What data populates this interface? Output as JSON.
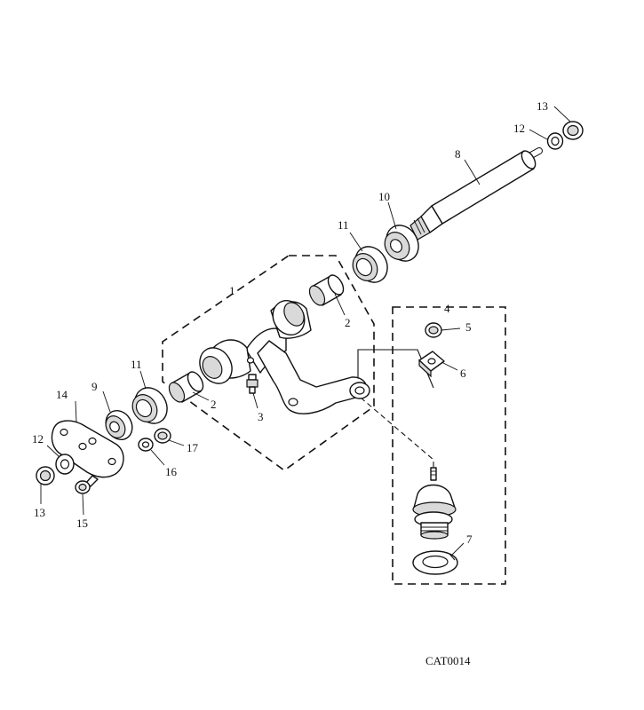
{
  "diagram": {
    "callouts": {
      "c1": "1",
      "c2a": "2",
      "c2b": "2",
      "c3": "3",
      "c4": "4",
      "c5": "5",
      "c6": "6",
      "c7": "7",
      "c8": "8",
      "c9": "9",
      "c10": "10",
      "c11a": "11",
      "c11b": "11",
      "c12a": "12",
      "c12b": "12",
      "c13a": "13",
      "c13b": "13",
      "c14": "14",
      "c15": "15",
      "c16": "16",
      "c17": "17"
    },
    "catalog_code": "CAT0014"
  }
}
